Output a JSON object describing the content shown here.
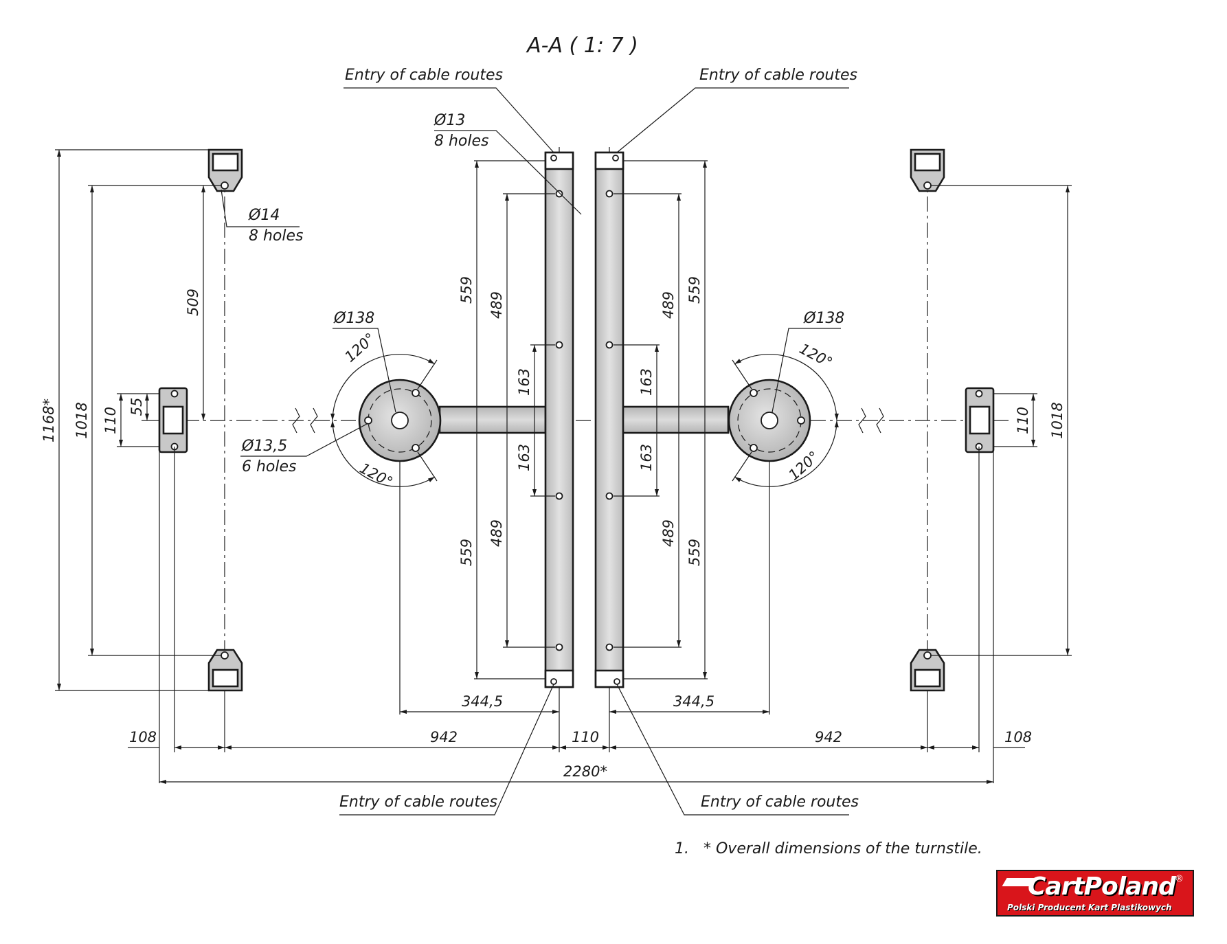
{
  "title": "A-A ( 1: 7 )",
  "labels": {
    "entry": "Entry of cable routes",
    "hole13_d": "Ø13",
    "hole13_n": "8 holes",
    "hole14_d": "Ø14",
    "hole14_n": "8 holes",
    "flange_d": "Ø138",
    "hole135_d": "Ø13,5",
    "hole135_n": "6 holes"
  },
  "dims": {
    "overall_h": "1168*",
    "post_span": "1018",
    "post_to_axis": "509",
    "bracket_h": "110",
    "bracket_half": "55",
    "beam_outer": "559",
    "beam_inner": "489",
    "beam_center": "163",
    "angle": "120°",
    "arm": "344,5",
    "side_offset": "108",
    "post_to_beam": "942",
    "gap": "110",
    "overall_w": "2280*"
  },
  "note": {
    "number": "1.",
    "text": "* Overall dimensions of the turnstile."
  },
  "logo": {
    "name": "CartPoland",
    "registered": "®",
    "tagline": "Polski Producent Kart Plastikowych",
    "colors": {
      "background": "#d9151b",
      "text": "#ffffff"
    }
  },
  "colors": {
    "line": "#1a1a1a",
    "part_fill": "#c8c8c8",
    "part_fill_light": "#dedede"
  }
}
